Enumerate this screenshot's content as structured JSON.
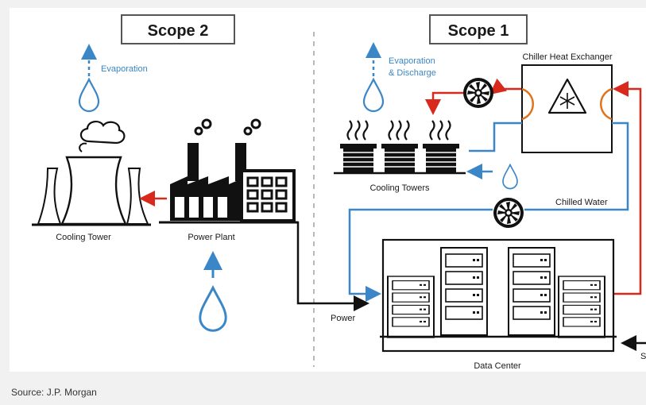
{
  "scope2": {
    "title": "Scope 2",
    "evaporation": "Evaporation",
    "cooling_tower": "Cooling Tower",
    "power_plant": "Power Plant"
  },
  "scope1": {
    "title": "Scope 1",
    "evaporation_line1": "Evaporation",
    "evaporation_line2": "& Discharge",
    "chiller": "Chiller Heat Exchanger",
    "cooling_towers": "Cooling Towers",
    "chilled_water": "Chilled Water",
    "power": "Power",
    "data_center": "Data Center",
    "cut_label": "S"
  },
  "source": "Source: J.P. Morgan",
  "colors": {
    "water": "#3b86c6",
    "hot": "#d9291c",
    "heat": "#e0741d",
    "ink": "#111111"
  }
}
